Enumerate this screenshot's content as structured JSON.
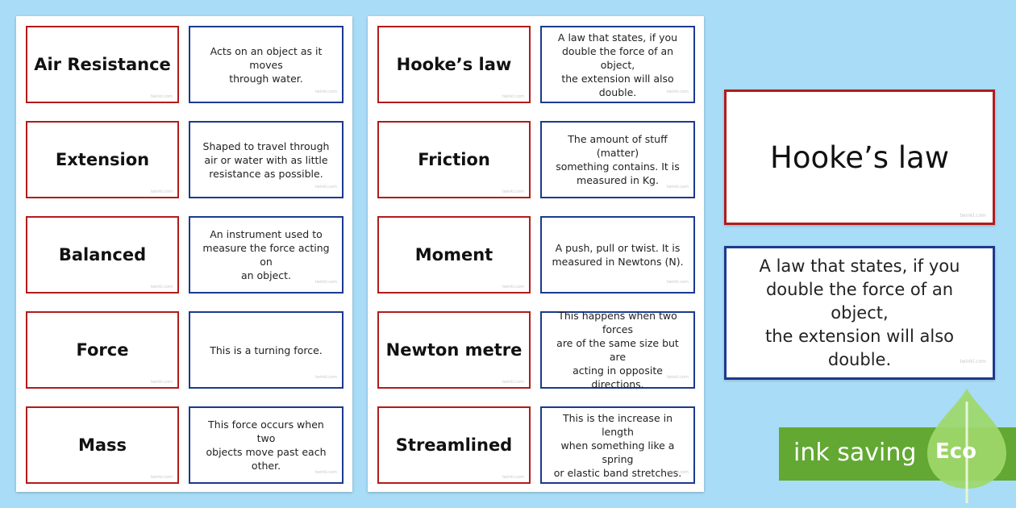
{
  "sheet1": {
    "rows": [
      {
        "term": "Air Resistance",
        "definition": [
          "Acts on an object as it moves",
          "through water."
        ]
      },
      {
        "term": "Extension",
        "definition": [
          "Shaped to travel through",
          "air or water with as little",
          "resistance as possible."
        ]
      },
      {
        "term": "Balanced",
        "definition": [
          "An instrument used to",
          "measure the force acting on",
          "an object."
        ]
      },
      {
        "term": "Force",
        "definition": [
          "This is a turning force."
        ]
      },
      {
        "term": "Mass",
        "definition": [
          "This force occurs when two",
          "objects move past each other."
        ]
      }
    ]
  },
  "sheet2": {
    "rows": [
      {
        "term": "Hooke’s law",
        "definition": [
          "A law that states, if you",
          "double the force of an object,",
          "the extension will also double."
        ]
      },
      {
        "term": "Friction",
        "definition": [
          "The amount of stuff (matter)",
          "something contains.  It is",
          "measured in Kg."
        ]
      },
      {
        "term": "Moment",
        "definition": [
          "A push, pull or twist. It is",
          "measured in Newtons (N)."
        ]
      },
      {
        "term": "Newton metre",
        "definition": [
          "This happens when two forces",
          "are of the same size but are",
          "acting in opposite directions."
        ]
      },
      {
        "term": "Streamlined",
        "definition": [
          "This is the increase in length",
          "when something like a spring",
          "or elastic band stretches."
        ]
      }
    ]
  },
  "preview": {
    "term": "Hooke’s law",
    "definition": [
      "A law that states, if you",
      "double the force of an object,",
      "the extension will also double."
    ]
  },
  "watermark": "twinkl.com",
  "eco": {
    "text": "ink saving",
    "badge": "Eco"
  },
  "colors": {
    "term_border": "#b01c1c",
    "definition_border": "#1c3a8e",
    "background": "#a9dcf6",
    "eco_green": "#62a832"
  }
}
